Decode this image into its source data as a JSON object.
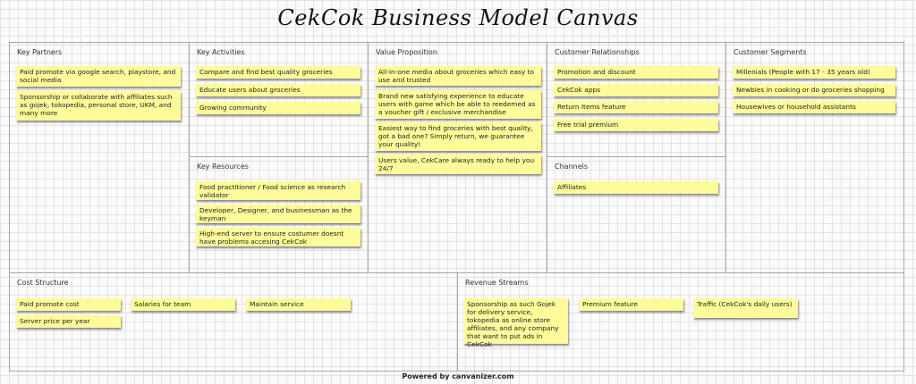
{
  "title": "CekCok Business Model Canvas",
  "footer": "Powered by canvanizer.com",
  "note_color": "#fefb9a",
  "sections": {
    "key_partners": {
      "heading": "Key Partners",
      "notes": [
        "Paid promote via google search, playstore, and social media",
        "Sponsorship or collaborate with affiliates such as gojek, tokopedia, personal store, UKM, and many more"
      ]
    },
    "key_activities": {
      "heading": "Key Activities",
      "notes": [
        "Compare and find best quality groceries",
        "Educate users about groceries",
        "Growing community"
      ]
    },
    "key_resources": {
      "heading": "Key Resources",
      "notes": [
        "Food practitioner / Food science as research validator",
        "Developer, Designer, and businessman as the keyman",
        "High-end server to ensure costumer doesnt have problems accesing CekCok"
      ]
    },
    "value_proposition": {
      "heading": "Value Proposition",
      "notes": [
        "All-in-one media about groceries which easy to use and trusted",
        "Brand new satisfying experience to educate users with game which be able to reedemed as a voucher gift / exclusive merchandise",
        "Easiest way to find groceries with best quality, got a bad one? Simply return, we guarantee your quality!",
        "Users value, CekCare always ready to help you 24/7"
      ]
    },
    "customer_relationships": {
      "heading": "Customer Relationships",
      "notes": [
        "Promotion and discount",
        "CekCok apps",
        "Return Items feature",
        "Free trial premium"
      ]
    },
    "channels": {
      "heading": "Channels",
      "notes": [
        "Affiliates"
      ]
    },
    "customer_segments": {
      "heading": "Customer Segments",
      "notes": [
        "Millenials (People with 17 - 35 years old)",
        "Newbies in cooking or do groceries shopping",
        "Housewives or household assistants"
      ]
    },
    "cost_structure": {
      "heading": "Cost Structure",
      "notes": [
        "Paid promote cost",
        "Server price per year",
        "Salaries for team",
        "Maintain service"
      ]
    },
    "revenue_streams": {
      "heading": "Revenue Streams",
      "notes": [
        "Sponsorship as such Gojek for delivery service, tokopedia as online store affiliates, and any company that want to put ads in CekCok",
        "Premium feature",
        "Traffic (CekCok's daily users)"
      ]
    }
  }
}
